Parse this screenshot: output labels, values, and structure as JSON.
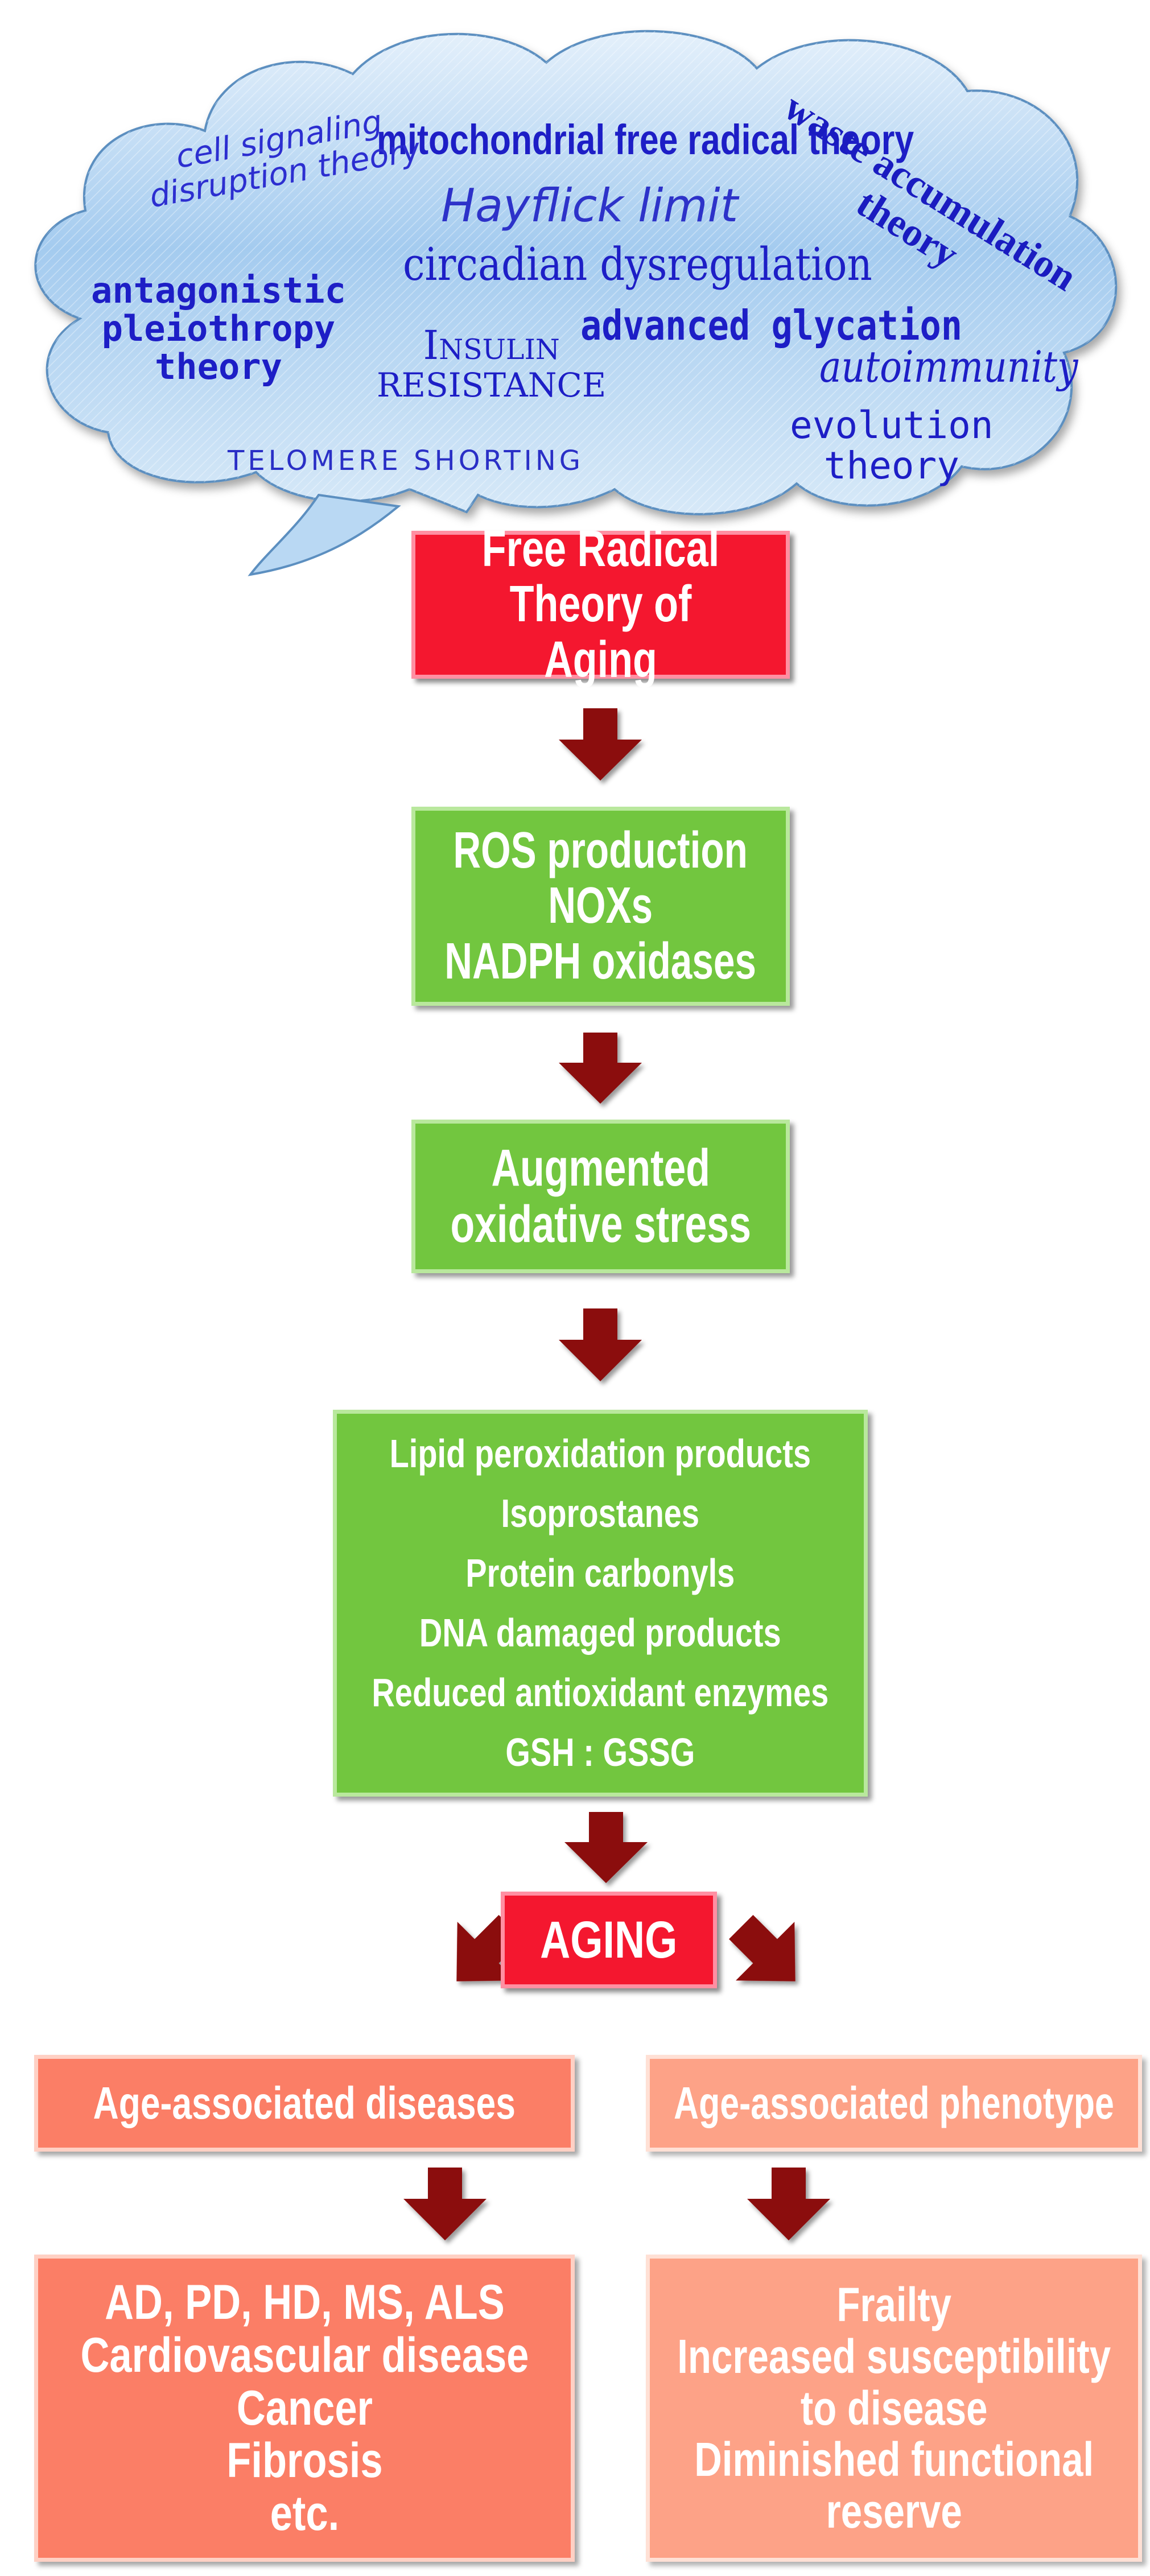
{
  "cloud_terms": {
    "mitochondrial": "mitochondrial free radical theory",
    "cell_signaling": [
      "cell signaling",
      "disruption theory"
    ],
    "hayflick": "Hayflick limit",
    "circadian": "circadian dysregulation",
    "waste": [
      "waste accumulation",
      "theory"
    ],
    "antagonistic": [
      "antagonistic",
      "pleiothropy",
      "theory"
    ],
    "insulin": [
      "Insulin",
      "resistance"
    ],
    "advanced": "advanced glycation",
    "autoimmunity": "autoimmunity",
    "evolution": [
      "evolution",
      "theory"
    ],
    "telomere": "TELOMERE SHORTING"
  },
  "boxes": {
    "free_radical": [
      "Free Radical",
      "Theory of Aging"
    ],
    "ros": [
      "ROS production",
      "NOXs",
      "NADPH oxidases"
    ],
    "oxidative": [
      "Augmented",
      "oxidative stress"
    ],
    "markers": [
      "Lipid peroxidation products",
      "Isoprostanes",
      "Protein carbonyls",
      "DNA damaged products",
      "Reduced antioxidant enzymes",
      "GSH : GSSG"
    ],
    "aging": "AGING",
    "diseases": "Age-associated diseases",
    "phenotype": "Age-associated phenotype",
    "disease_list": [
      "AD, PD, HD, MS, ALS",
      "Cardiovascular disease",
      "Cancer",
      "Fibrosis",
      "etc."
    ],
    "phenotype_list": [
      "Frailty",
      "Increased susceptibility",
      "to disease",
      "Diminished functional",
      "reserve"
    ]
  },
  "colors": {
    "cloud_fill": "#a9ceef",
    "cloud_text": "#1d1ec6",
    "red_box": "#f4172f",
    "green_box": "#72c63f",
    "salmon_box": "#fb7e66",
    "arrow": "#8b0a0a"
  }
}
